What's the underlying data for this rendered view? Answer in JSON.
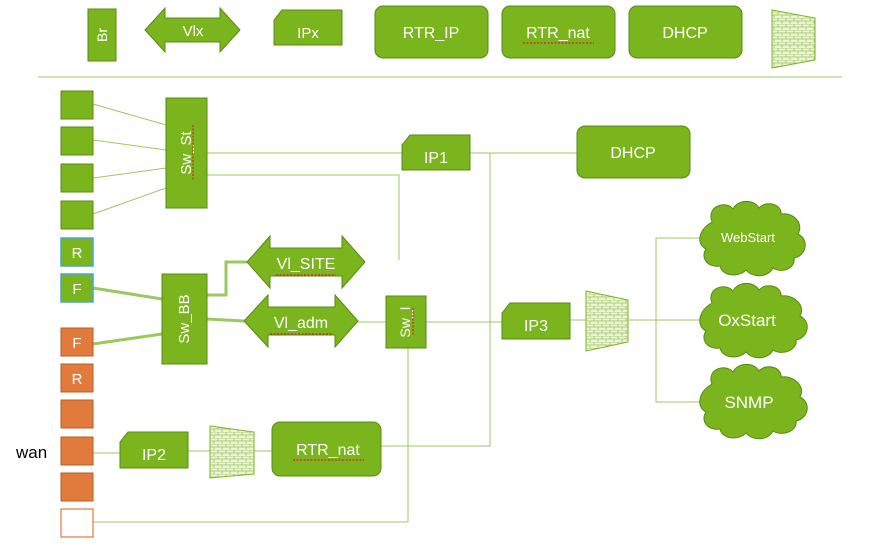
{
  "legend": {
    "br": "Br",
    "vlx": "Vlx",
    "ipx": "IPx",
    "rtr_ip": "RTR_IP",
    "rtr_nat": "RTR_nat",
    "dhcp": "DHCP"
  },
  "switches": {
    "sw_st": "Sw_St",
    "sw_bb": "Sw_BB",
    "sw_i": "Sw_I"
  },
  "vlans": {
    "vl_site": "Vl_SITE",
    "vl_adm": "Vl_adm"
  },
  "ip_nodes": {
    "ip1": "IP1",
    "ip2": "IP2",
    "ip3": "IP3"
  },
  "dhcp": "DHCP",
  "rtr_nat": "RTR_nat",
  "clouds": {
    "webstart": "WebStart",
    "oxstart": "OxStart",
    "snmp": "SNMP"
  },
  "ports": {
    "r1": "R",
    "f1": "F",
    "f2": "F",
    "r2": "R"
  },
  "wan_label": "wan",
  "colors": {
    "green": "#7ab51d",
    "orange": "#e07a3d",
    "line": "#9cc860"
  }
}
